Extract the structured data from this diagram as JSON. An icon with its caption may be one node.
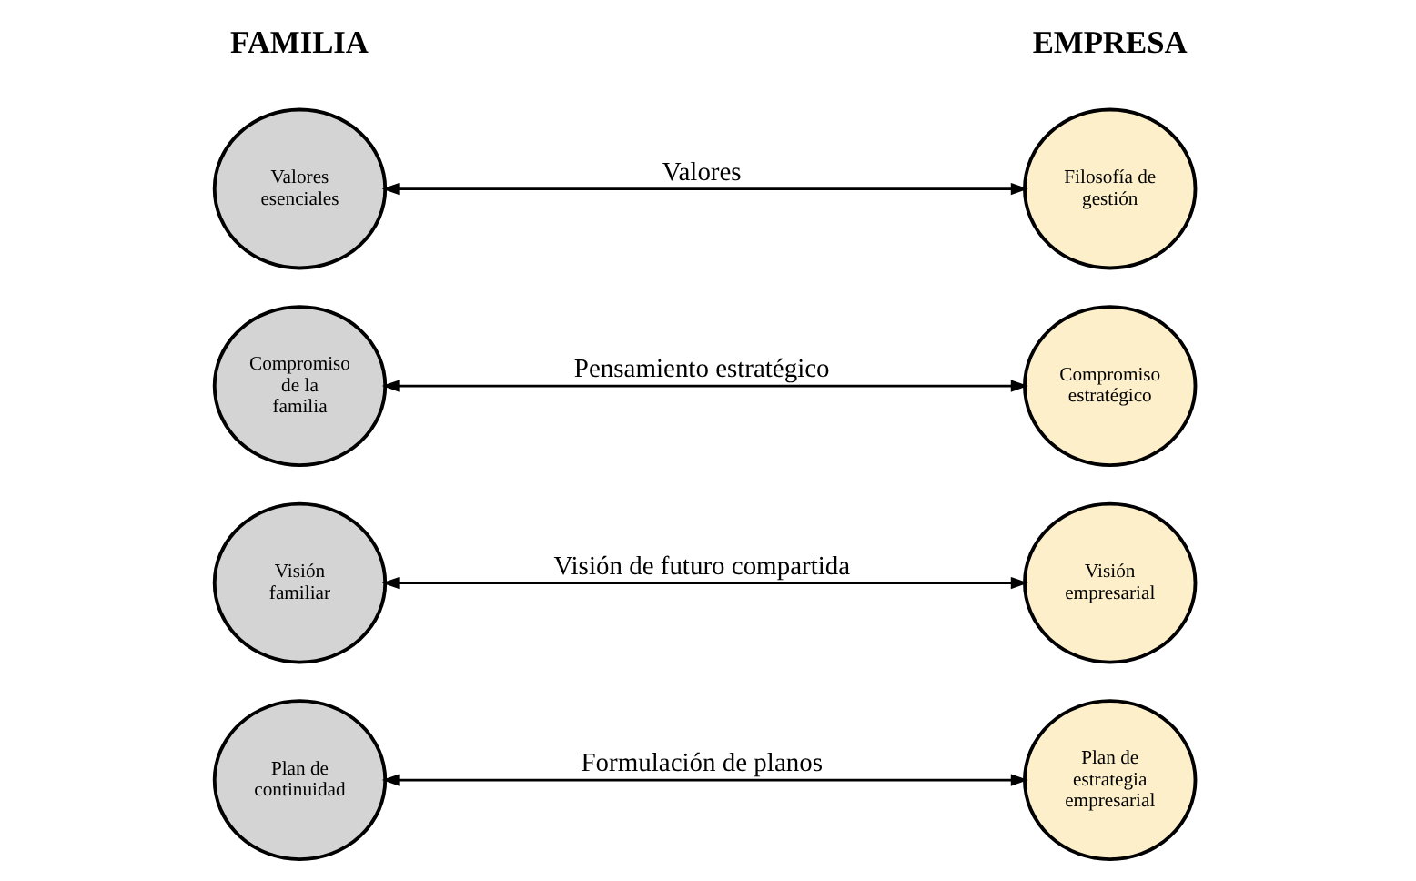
{
  "diagram": {
    "nodes": [
      {
        "text": [
          "Valores esenciales"
        ]
      },
      {
        "text": [
          "Compromiso de la familia"
        ]
      },
      {
        "text": [
          "Visión familiar"
        ]
      },
      {
        "text": [
          "Plan de continuidad"
        ]
      },
      {
        "text": [
          "Filosofía de gestión"
        ]
      },
      {
        "text": [
          "Compromiso estratégico"
        ]
      },
      {
        "text": [
          "Visión empresarial"
        ]
      },
      {
        "text": [
          "Plan de estrategia empresarial"
        ]
      }
    ],
    "edges": [
      {
        "from": 0,
        "to": 4,
        "arrow": "both",
        "label": "Valores"
      },
      {
        "from": 1,
        "to": 5,
        "arrow": "both",
        "label": "Pensamiento estratégico"
      },
      {
        "from": 2,
        "to": 6,
        "arrow": "both",
        "label": "Visión de futuro compartida"
      },
      {
        "from": 3,
        "to": 7,
        "arrow": "both",
        "label": "Formulación de planos"
      }
    ],
    "labels": [
      "FAMILIA",
      "EMPRESA"
    ]
  }
}
